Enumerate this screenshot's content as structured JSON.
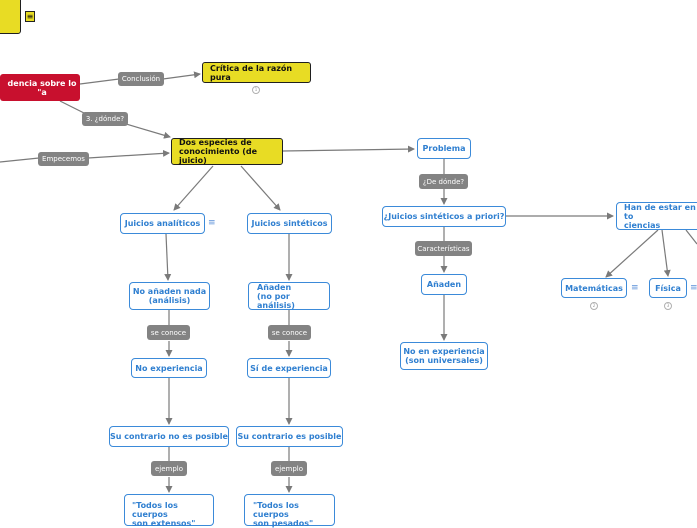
{
  "colors": {
    "node_border": "#3b8ad9",
    "node_text": "#2f7fd0",
    "main_fill": "#e8dc24",
    "red_fill": "#c8102e",
    "label_fill": "#838383",
    "edge": "#7a7a7a"
  },
  "nodes": {
    "red_topic": "dencia sobre lo \"a",
    "critica": "Crítica de la razón pura",
    "dos_especies": "Dos especies de\nconocimiento (de juicio)",
    "problema": "Problema",
    "juicios_analiticos": "Juicios analíticos",
    "juicios_sinteticos": "Juicios sintéticos",
    "juicios_priori": "¿Juicios sintéticos a priori?",
    "han_de_estar": "Han de estar en to\nciencias",
    "no_anaden": "No añaden nada\n(análisis)",
    "anaden_no_por": "Añaden\n(no por análisis)",
    "anaden": "Añaden",
    "matematicas": "Matemáticas",
    "fisica": "Física",
    "no_experiencia": "No experiencia",
    "si_experiencia": "Sí de experiencia",
    "no_en_experiencia": "No en experiencia\n(son universales)",
    "contrario_no": "Su contrario no es posible",
    "contrario_es": "Su contrario es posible",
    "todos_extensos": "\"Todos los cuerpos\nson extensos\"",
    "todos_pesados": "\"Todos los cuerpos\nson pesados\""
  },
  "labels": {
    "conclusion": "Conclusión",
    "donde3": "3. ¿dónde?",
    "empecemos": "Empecemos",
    "de_donde": "¿De dónde?",
    "caracteristicas": "Características",
    "se_conoce_1": "se conoce",
    "se_conoce_2": "se conoce",
    "ejemplo_1": "ejemplo",
    "ejemplo_2": "ejemplo"
  },
  "badges": {
    "critica": "1",
    "matematicas": "2",
    "fisica": "3"
  },
  "icons": [
    "menu-icon"
  ]
}
